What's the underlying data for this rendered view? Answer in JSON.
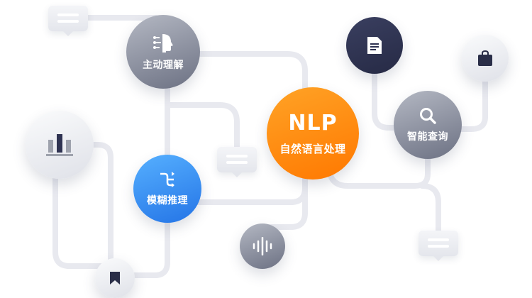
{
  "center": {
    "title": "NLP",
    "subtitle": "自然语言处理"
  },
  "nodes": {
    "active_understanding": "主动理解",
    "fuzzy_reasoning": "模糊推理",
    "smart_query": "智能查询"
  },
  "colors": {
    "orange": "#ff8a0d",
    "blue": "#3a90f3",
    "gray": "#8a8e9c",
    "dark": "#2f3352",
    "line": "#e8e9ef"
  },
  "icons": [
    "ai-head-icon",
    "flow-icon",
    "search-icon",
    "document-icon",
    "bag-icon",
    "bar-chart-icon",
    "bookmark-icon",
    "voice-wave-icon",
    "chat-bubble-icon"
  ]
}
